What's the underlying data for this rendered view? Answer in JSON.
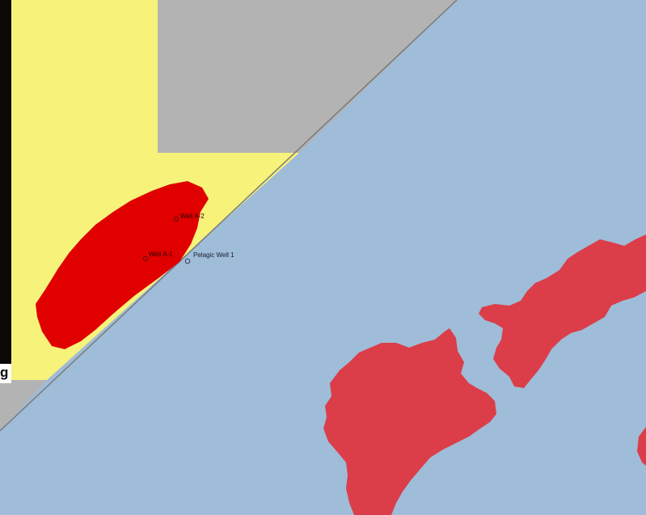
{
  "map": {
    "colors": {
      "sea": "#9fbcd8",
      "zone_yellow": "#f7f27a",
      "zone_grey": "#b3b3b3",
      "prospect_red": "#e00000",
      "land_red": "#db3e49",
      "left_strip": "#0b0806",
      "boundary_line": "#7a7a7a"
    },
    "labels": {
      "well_a2": "Well A-2",
      "well_a1": "Well A-1",
      "pelagic_well": "Pelagic Well 1"
    },
    "edge_fragment": "g"
  }
}
